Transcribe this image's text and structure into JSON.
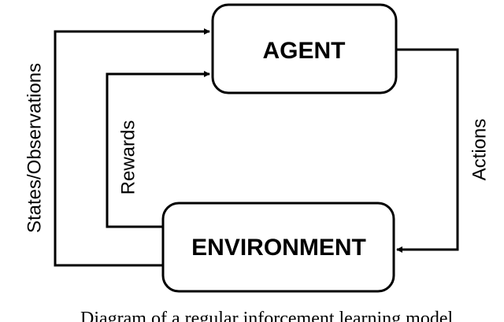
{
  "nodes": {
    "agent": {
      "label": "AGENT"
    },
    "environment": {
      "label": "ENVIRONMENT"
    }
  },
  "edges": {
    "states": {
      "label": "States/Observations"
    },
    "rewards": {
      "label": "Rewards"
    },
    "actions": {
      "label": "Actions"
    }
  },
  "caption": "Diagram of a regular inforcement learning model"
}
